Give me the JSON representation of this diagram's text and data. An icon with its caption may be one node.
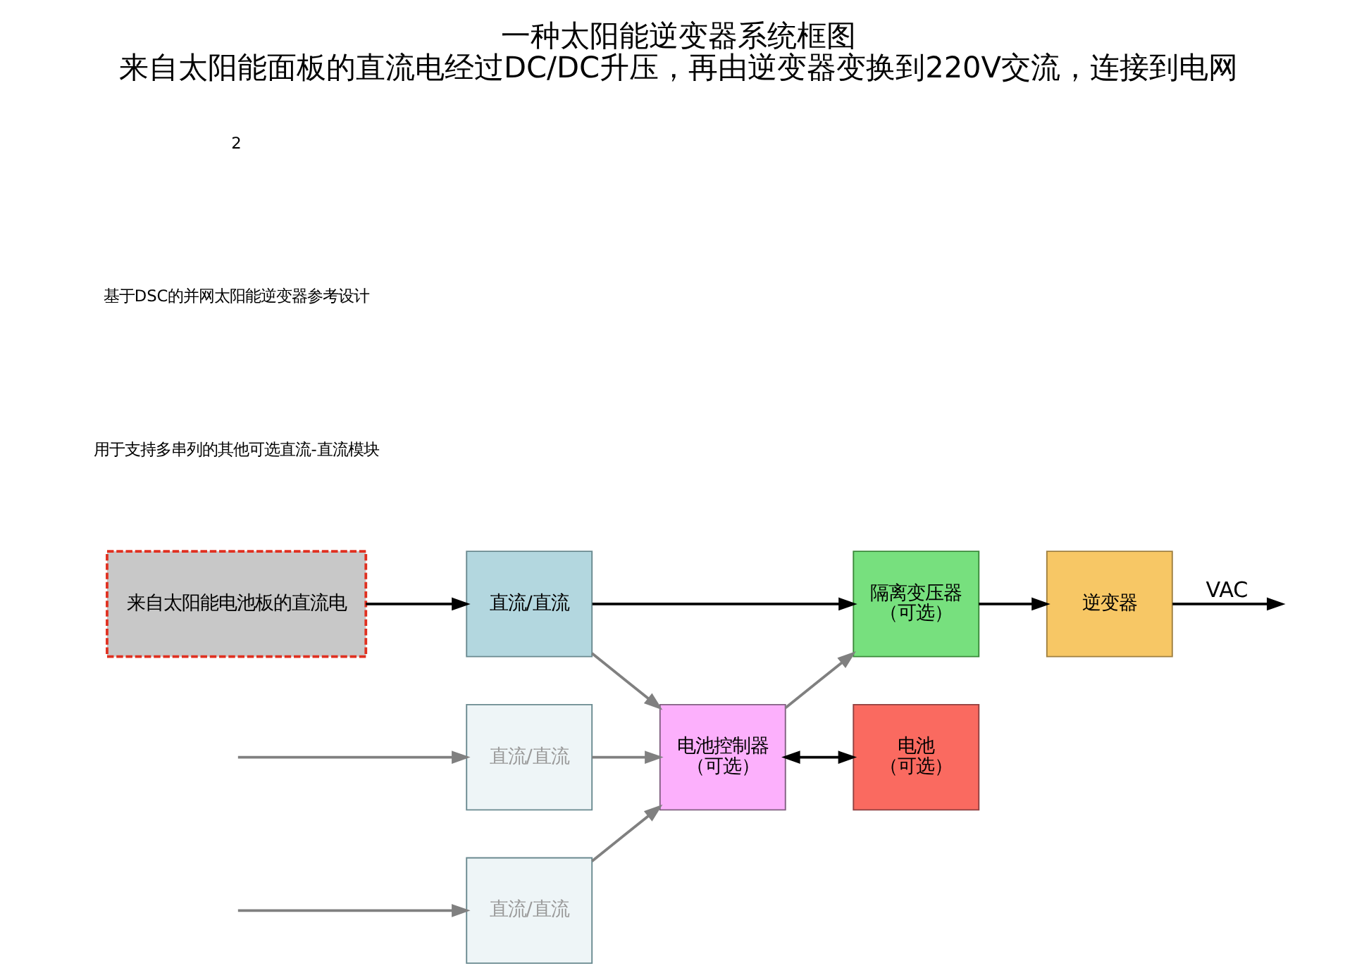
{
  "diagram": {
    "title": "一种太阳能逆变器系统框图",
    "caption": "来自太阳能面板的直流电经过DC/DC升压，再由逆变器变换到220V交流，连接到电网",
    "nodes": [
      {
        "text": [
          "来自太阳能电池板的直流电"
        ]
      },
      {
        "text": [
          "直流/直流"
        ]
      },
      {
        "text": [
          "隔离变压器",
          "（可选）"
        ]
      },
      {
        "text": [
          "逆变器"
        ]
      },
      {
        "text": [
          "直流/直流"
        ]
      },
      {
        "text": [
          "直流/直流"
        ]
      },
      {
        "text": [
          "电池控制器",
          "（可选）"
        ]
      },
      {
        "text": [
          "电池",
          "（可选）"
        ]
      }
    ],
    "edges": [
      {
        "from": 0,
        "to": 1,
        "arrow": "to",
        "color": "#000000"
      },
      {
        "from": 1,
        "to": 2,
        "arrow": "to",
        "color": "#000000"
      },
      {
        "from": 2,
        "to": 3,
        "arrow": "to",
        "color": "#000000"
      },
      {
        "from": 3,
        "to": null,
        "arrow": "to",
        "label": "VAC",
        "color": "#000000"
      },
      {
        "from": null,
        "to": 4,
        "arrow": "to",
        "color": "#808080"
      },
      {
        "from": null,
        "to": 5,
        "arrow": "to",
        "color": "#808080"
      },
      {
        "from": 1,
        "to": 6,
        "arrow": "to",
        "color": "#808080"
      },
      {
        "from": 4,
        "to": 6,
        "arrow": "to",
        "color": "#808080"
      },
      {
        "from": 5,
        "to": 6,
        "arrow": "to",
        "color": "#808080"
      },
      {
        "from": 6,
        "to": 2,
        "arrow": "to",
        "color": "#808080"
      },
      {
        "from": 6,
        "to": 7,
        "arrow": "both",
        "color": "#000000"
      }
    ],
    "labels": [
      "用于支持多串列的其他可选直流-直流模块",
      "基于DSC的并网太阳能逆变器参考设计",
      "2"
    ]
  }
}
